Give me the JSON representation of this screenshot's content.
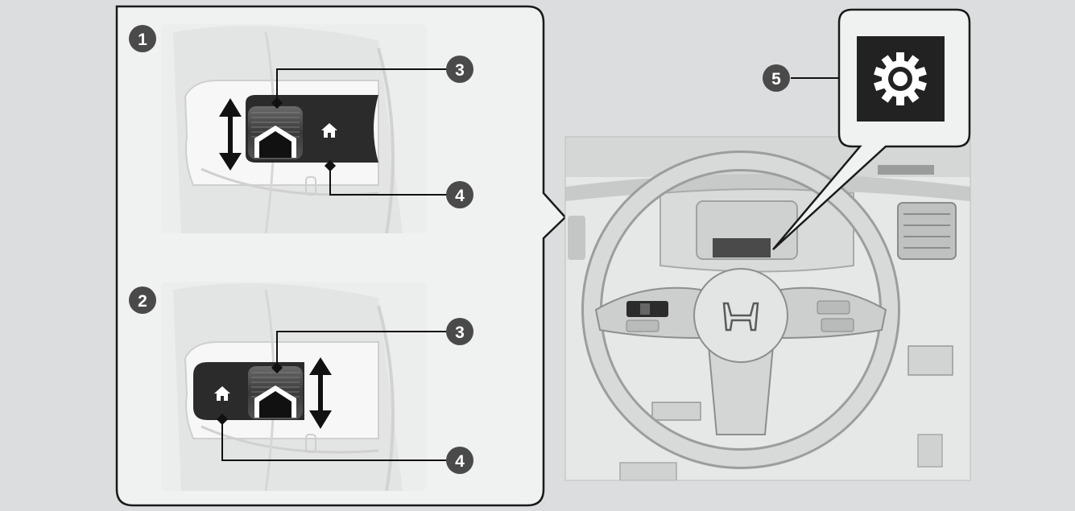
{
  "callouts": {
    "n1": "1",
    "n2": "2",
    "n3a": "3",
    "n4a": "4",
    "n3b": "3",
    "n4b": "4",
    "n5": "5"
  },
  "icons": {
    "settings": "gear-icon",
    "home": "home-icon",
    "selector": "thumbwheel-icon",
    "scroll": "up-down-arrow-icon",
    "brand": "honda-logo"
  },
  "colors": {
    "background": "#dcddde",
    "panel": "#f0f1f1",
    "callout": "#4a4a4a",
    "button_panel": "#2b2b2b",
    "icon_box": "#222222"
  }
}
